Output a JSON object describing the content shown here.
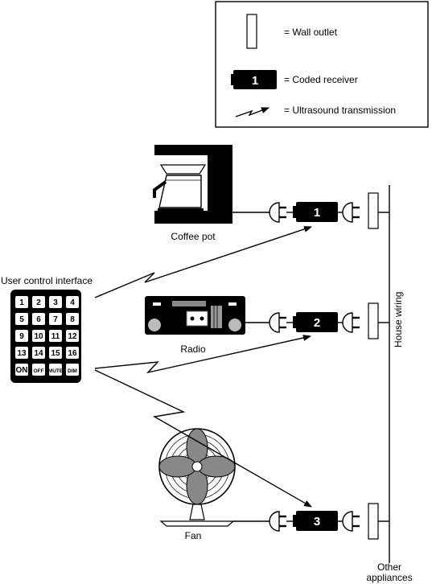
{
  "legend": {
    "wall_outlet": "= Wall outlet",
    "coded_receiver": "= Coded receiver",
    "receiver_number": "1",
    "ultrasound": "= Ultrasound transmission"
  },
  "appliances": {
    "coffee_pot": "Coffee pot",
    "radio": "Radio",
    "fan": "Fan"
  },
  "receivers": [
    "1",
    "2",
    "3"
  ],
  "controller": {
    "title": "User control interface",
    "keys": [
      "1",
      "2",
      "3",
      "4",
      "5",
      "6",
      "7",
      "8",
      "9",
      "10",
      "11",
      "12",
      "13",
      "14",
      "15",
      "16",
      "ON",
      "OFF",
      "MUTE",
      "DIM"
    ]
  },
  "wiring": {
    "house_wiring": "House wiring",
    "other_line1": "Other",
    "other_line2": "appliances"
  }
}
